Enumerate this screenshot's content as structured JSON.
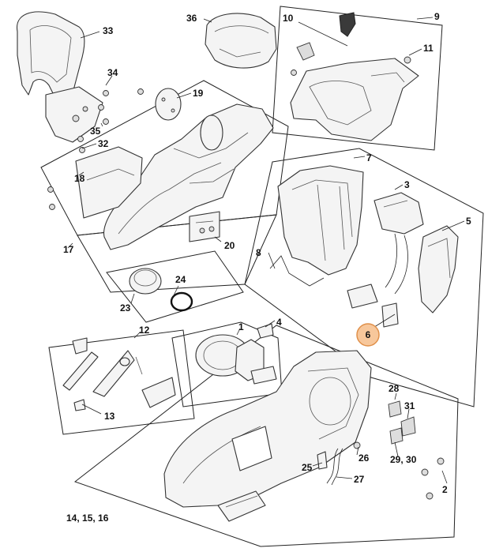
{
  "diagram": {
    "highlighted_part": "6",
    "highlight_color": "#f7c79b",
    "callouts": {
      "c1": "1",
      "c2": "2",
      "c3": "3",
      "c4": "4",
      "c5": "5",
      "c6": "6",
      "c7": "7",
      "c8": "8",
      "c9": "9",
      "c10": "10",
      "c11": "11",
      "c12": "12",
      "c13": "13",
      "c14": "14, 15, 16",
      "c17": "17",
      "c18": "18",
      "c19": "19",
      "c20": "20",
      "c23": "23",
      "c24": "24",
      "c25": "25",
      "c26": "26",
      "c27": "27",
      "c28": "28",
      "c2930": "29, 30",
      "c31": "31",
      "c32": "32",
      "c33": "33",
      "c34": "34",
      "c35": "35",
      "c36": "36"
    }
  }
}
